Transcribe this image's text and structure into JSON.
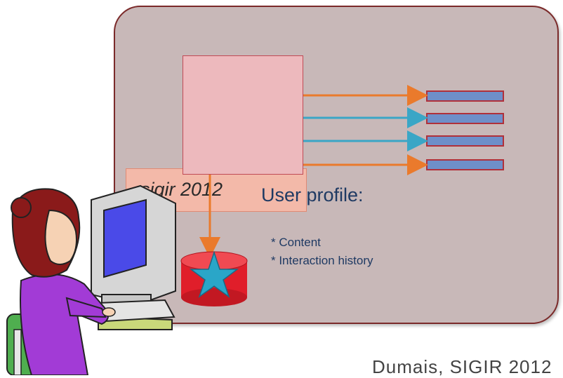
{
  "query": {
    "text": "sigir 2012"
  },
  "profile": {
    "title": "User profile:",
    "items": [
      "* Content",
      "* Interaction history"
    ]
  },
  "footer": {
    "text": "Dumais, SIGIR 2012"
  },
  "results": {
    "count": 4
  },
  "arrows": {
    "colors": [
      "#ea7a2c",
      "#3aa6c6",
      "#3aa6c6",
      "#ea7a2c"
    ]
  },
  "colors": {
    "panel_fill": "#c8b8b8",
    "panel_border": "#7b2a2a",
    "engine_fill": "#edb9bd",
    "query_fill": "#f3b9a9",
    "result_fill": "#6e8fc9",
    "database_fill": "#e01e2a",
    "star_fill": "#2aa6c8"
  },
  "icons": [
    "user-at-computer-icon",
    "database-star-icon"
  ]
}
